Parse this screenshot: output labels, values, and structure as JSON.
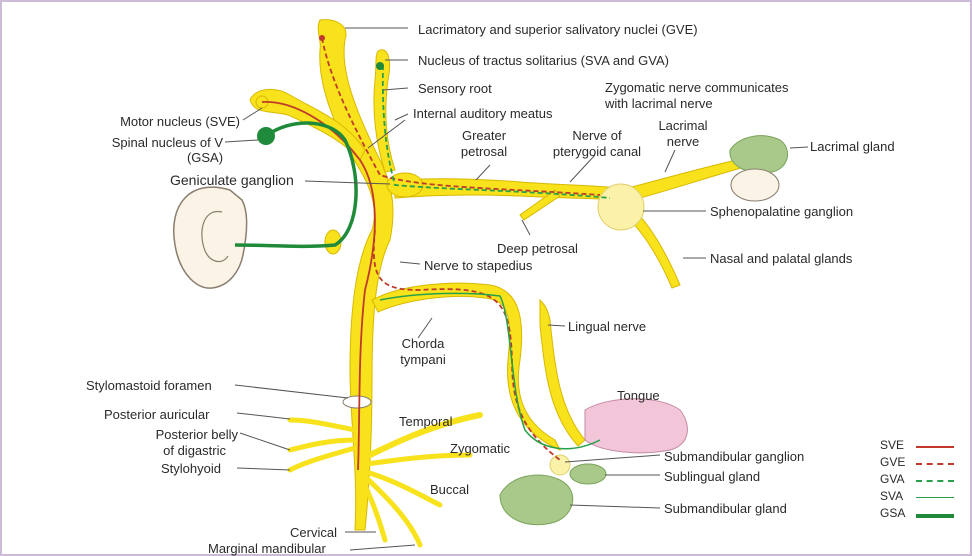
{
  "labels": {
    "lacrimatory": "Lacrimatory and superior salivatory nuclei (GVE)",
    "tractus_solitarius": "Nucleus of tractus solitarius (SVA and GVA)",
    "sensory_root": "Sensory root",
    "internal_auditory": "Internal auditory meatus",
    "zygomatic_comm_1": "Zygomatic nerve communicates",
    "zygomatic_comm_2": "with lacrimal nerve",
    "motor_nucleus": "Motor nucleus (SVE)",
    "spinal_nucleus_1": "Spinal nucleus of V",
    "spinal_nucleus_2": "(GSA)",
    "greater_petrosal_1": "Greater",
    "greater_petrosal_2": "petrosal",
    "nerve_pterygoid_1": "Nerve of",
    "nerve_pterygoid_2": "pterygoid canal",
    "lacrimal_nerve_1": "Lacrimal",
    "lacrimal_nerve_2": "nerve",
    "lacrimal_gland": "Lacrimal gland",
    "geniculate": "Geniculate ganglion",
    "sphenopalatine": "Sphenopalatine ganglion",
    "deep_petrosal": "Deep petrosal",
    "nasal_palatal": "Nasal and palatal glands",
    "nerve_stapedius": "Nerve to stapedius",
    "lingual_nerve": "Lingual nerve",
    "chorda_1": "Chorda",
    "chorda_2": "tympani",
    "stylomastoid": "Stylomastoid foramen",
    "tongue": "Tongue",
    "posterior_auricular": "Posterior auricular",
    "temporal": "Temporal",
    "posterior_belly_1": "Posterior belly",
    "posterior_belly_2": "of digastric",
    "zygomatic": "Zygomatic",
    "stylohyoid": "Stylohyoid",
    "submandibular_ganglion": "Submandibular ganglion",
    "sublingual_gland": "Sublingual gland",
    "buccal": "Buccal",
    "submandibular_gland": "Submandibular gland",
    "cervical": "Cervical",
    "marginal_mandibular": "Marginal mandibular"
  },
  "legend": [
    {
      "label": "SVE",
      "color": "#c0392b",
      "style": "solid"
    },
    {
      "label": "GVE",
      "color": "#c0392b",
      "style": "dashed"
    },
    {
      "label": "GVA",
      "color": "#27a04a",
      "style": "dashed"
    },
    {
      "label": "SVA",
      "color": "#27a04a",
      "style": "solid-thin"
    },
    {
      "label": "GSA",
      "color": "#1f8a3a",
      "style": "solid-thick"
    }
  ],
  "colors": {
    "nerve": "#f7e21b",
    "nerve_edge": "#d9b800",
    "gland": "#a9c98a",
    "tongue": "#f2c6d8",
    "ear": "#faf3e6"
  }
}
